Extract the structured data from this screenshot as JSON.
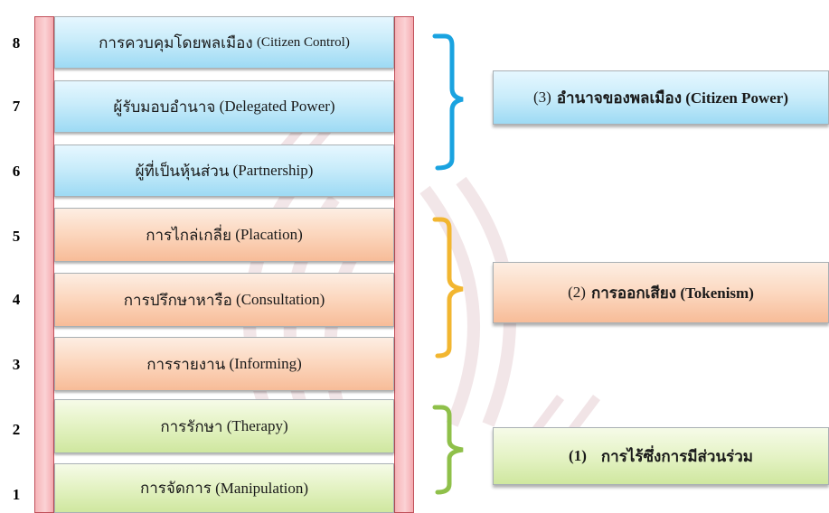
{
  "levels": [
    {
      "number": "8",
      "th": "การควบคุมโดยพลเมือง",
      "en": "(Citizen Control)",
      "group": "power"
    },
    {
      "number": "7",
      "th": "ผู้รับมอบอำนาจ",
      "en": "(Delegated Power)",
      "group": "power"
    },
    {
      "number": "6",
      "th": "ผู้ที่เป็นหุ้นส่วน",
      "en": "(Partnership)",
      "group": "power"
    },
    {
      "number": "5",
      "th": "การไกล่เกลี่ย",
      "en": "(Placation)",
      "group": "token"
    },
    {
      "number": "4",
      "th": "การปรึกษาหารือ",
      "en": "(Consultation)",
      "group": "token"
    },
    {
      "number": "3",
      "th": "การรายงาน",
      "en": "(Informing)",
      "group": "token"
    },
    {
      "number": "2",
      "th": "การรักษา",
      "en": "(Therapy)",
      "group": "nonpart"
    },
    {
      "number": "1",
      "th": "การจัดการ",
      "en": "(Manipulation)",
      "group": "nonpart"
    }
  ],
  "groups": {
    "power": {
      "num": "(3)",
      "label": "อำนาจของพลเมือง (Citizen Power)",
      "bracket_color": "#1aa3e0"
    },
    "token": {
      "num": "(2)",
      "label": "การออกเสียง (Tokenism)",
      "bracket_color": "#f2b630"
    },
    "nonpart": {
      "num": "(1)",
      "label": "การไร้ซึ่งการมีส่วนร่วม",
      "bracket_color": "#8fc04a"
    }
  },
  "colors": {
    "rail": "#f6b4b8",
    "power": "#9ddaf4",
    "token": "#f7bc98",
    "nonpart": "#cfe79f"
  }
}
